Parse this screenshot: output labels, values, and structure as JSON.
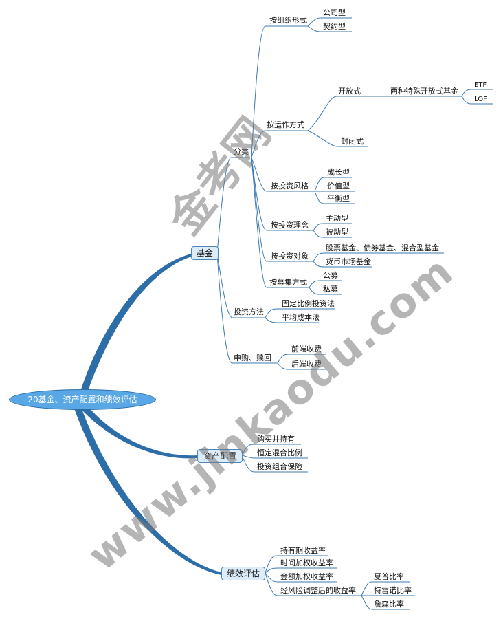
{
  "root": "20基金、资产配置和绩效评估",
  "fund": {
    "label": "基金",
    "classification": {
      "label": "分类",
      "by_org": {
        "label": "按组织形式",
        "items": [
          "公司型",
          "契约型"
        ]
      },
      "by_operation": {
        "label": "按运作方式",
        "open": {
          "label": "开放式",
          "special": "两种特殊开放式基金",
          "items": [
            "ETF",
            "LOF"
          ]
        },
        "closed": "封闭式"
      },
      "by_style": {
        "label": "按投资风格",
        "items": [
          "成长型",
          "价值型",
          "平衡型"
        ]
      },
      "by_idea": {
        "label": "按投资理念",
        "items": [
          "主动型",
          "被动型"
        ]
      },
      "by_object": {
        "label": "按投资对象",
        "items": [
          "股票基金、债券基金、混合型基金",
          "货币市场基金"
        ]
      },
      "by_raise": {
        "label": "按募集方式",
        "items": [
          "公募",
          "私募"
        ]
      }
    },
    "invest_method": {
      "label": "投资方法",
      "items": [
        "固定比例投资法",
        "平均成本法"
      ]
    },
    "purchase": {
      "label": "申购、赎回",
      "items": [
        "前端收费",
        "后端收费"
      ]
    }
  },
  "asset": {
    "label": "资产配置",
    "items": [
      "购买并持有",
      "恒定混合比例",
      "投资组合保险"
    ]
  },
  "perf": {
    "label": "绩效评估",
    "items": [
      "持有期收益率",
      "时间加权收益率",
      "金额加权收益率"
    ],
    "risk": {
      "label": "经风险调整后的收益率",
      "items": [
        "夏普比率",
        "特雷诺比率",
        "詹森比率"
      ]
    }
  },
  "watermark": {
    "cn": "金考网",
    "url": "www.jinkaodu.com"
  },
  "colors": {
    "branch": "#2d6ea8",
    "line": "#3a78b0",
    "node_fill": "#dcecf8",
    "root_fill": "#5aa7e6"
  }
}
